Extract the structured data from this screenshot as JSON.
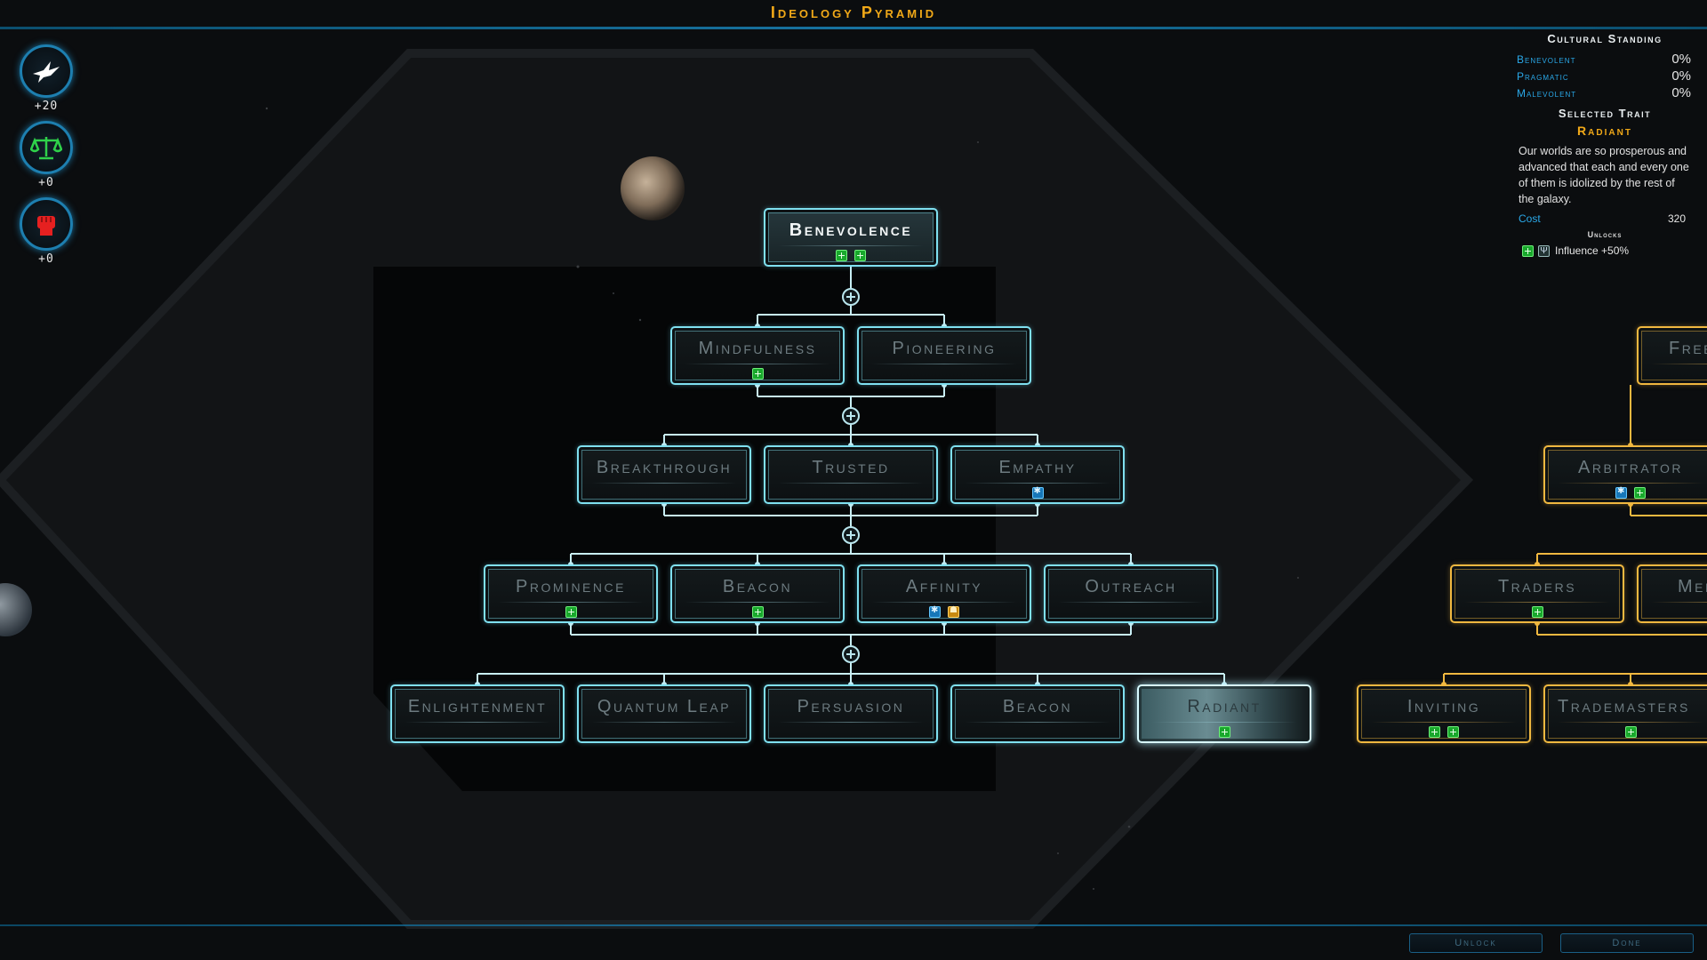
{
  "title": "Ideology Pyramid",
  "ethics": [
    {
      "name": "benevolent",
      "icon": "dove-icon",
      "color": "#ffffff",
      "value": "+20"
    },
    {
      "name": "pragmatic",
      "icon": "scales-icon",
      "color": "#2fd24a",
      "value": "+0"
    },
    {
      "name": "malevolent",
      "icon": "fist-icon",
      "color": "#e62020",
      "value": "+0"
    }
  ],
  "pyramid": {
    "accent": "#7fe0f0",
    "rows": [
      [
        {
          "label": "Benevolence",
          "badges": [
            "green",
            "green"
          ],
          "state": "top"
        }
      ],
      [
        {
          "label": "Mindfulness",
          "badges": [
            "green"
          ]
        },
        {
          "label": "Pioneering",
          "badges": []
        }
      ],
      [
        {
          "label": "Breakthrough",
          "badges": []
        },
        {
          "label": "Trusted",
          "badges": []
        },
        {
          "label": "Empathy",
          "badges": [
            "blue"
          ]
        }
      ],
      [
        {
          "label": "Prominence",
          "badges": [
            "green"
          ]
        },
        {
          "label": "Beacon",
          "badges": [
            "green"
          ]
        },
        {
          "label": "Affinity",
          "badges": [
            "blue",
            "gold"
          ]
        },
        {
          "label": "Outreach",
          "badges": []
        }
      ],
      [
        {
          "label": "Enlightenment",
          "badges": []
        },
        {
          "label": "Quantum Leap",
          "badges": []
        },
        {
          "label": "Persuasion",
          "badges": []
        },
        {
          "label": "Beacon",
          "badges": []
        },
        {
          "label": "Radiant",
          "badges": [
            "green"
          ],
          "state": "selected"
        }
      ]
    ]
  },
  "pragmatic_pyramid": {
    "accent": "#f0b840",
    "nodes": [
      {
        "label": "Freedom",
        "badges": []
      },
      {
        "label": "Arbitrator",
        "badges": [
          "blue",
          "green"
        ]
      },
      {
        "label": "Traders",
        "badges": [
          "green"
        ]
      },
      {
        "label": "Merchants",
        "badges": []
      },
      {
        "label": "Inviting",
        "badges": [
          "green",
          "green"
        ]
      },
      {
        "label": "Trademasters",
        "badges": [
          "green"
        ]
      }
    ]
  },
  "panel": {
    "cultural_standing_title": "Cultural Standing",
    "standings": [
      {
        "label": "Benevolent",
        "value": "0%"
      },
      {
        "label": "Pragmatic",
        "value": "0%"
      },
      {
        "label": "Malevolent",
        "value": "0%"
      }
    ],
    "selected_trait_title": "Selected Trait",
    "trait_name": "Radiant",
    "description": "Our worlds are so prosperous and advanced that each and every one of them is idolized by the rest of the galaxy.",
    "cost_label": "Cost",
    "cost_value": "320",
    "unlocks_title": "Unlocks",
    "unlock_text": "Influence +50%"
  },
  "buttons": {
    "unlock": "Unlock",
    "done": "Done"
  }
}
